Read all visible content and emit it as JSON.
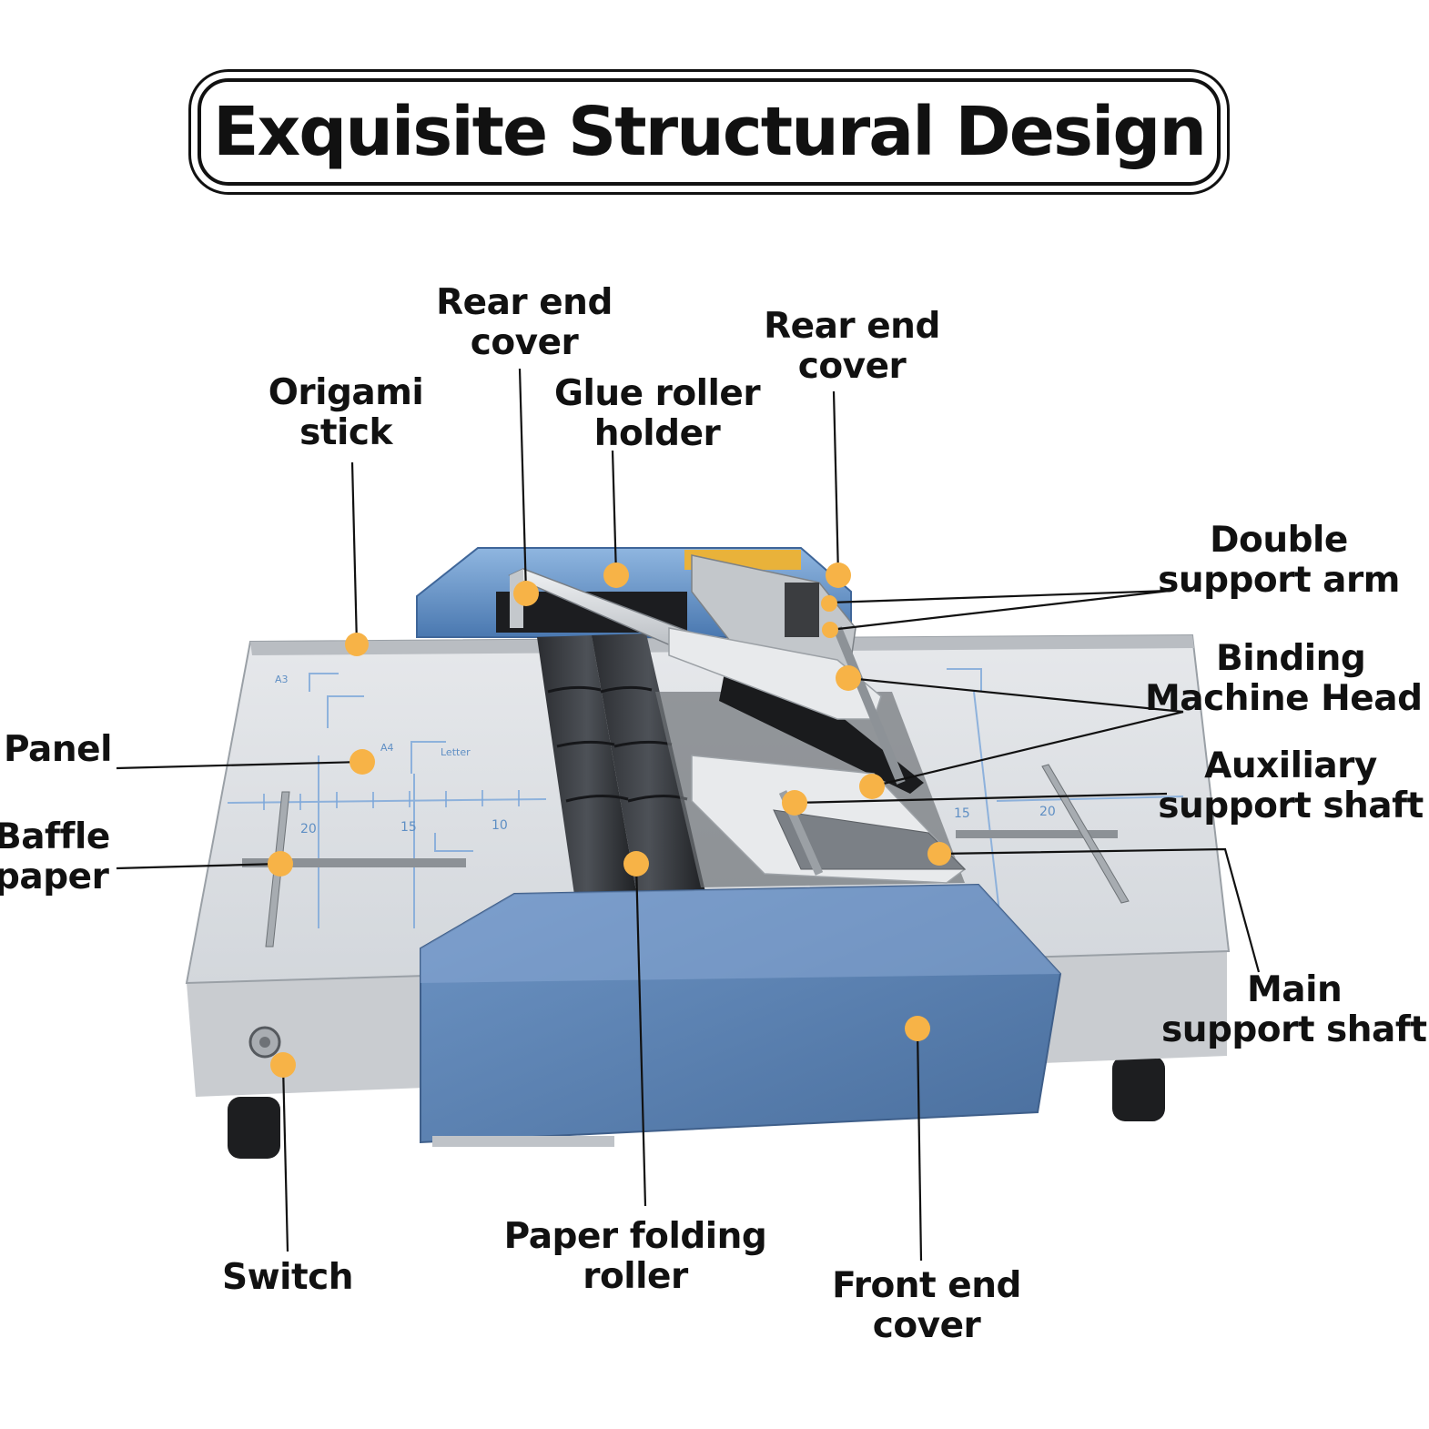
{
  "title": "Exquisite Structural Design",
  "labels": {
    "rear_end_cover_left": [
      "Rear end",
      "cover"
    ],
    "rear_end_cover_right": [
      "Rear end",
      "cover"
    ],
    "origami_stick": [
      "Origami",
      "stick"
    ],
    "glue_roller_holder": [
      "Glue roller",
      "holder"
    ],
    "double_support_arm": [
      "Double",
      "support arm"
    ],
    "binding_machine_head": [
      "Binding",
      "Machine Head"
    ],
    "panel": [
      "Panel"
    ],
    "auxiliary_support_shaft": [
      "Auxiliary",
      "support shaft"
    ],
    "baffle_paper": [
      "Baffle",
      "paper"
    ],
    "main_support_shaft": [
      "Main",
      "support shaft"
    ],
    "switch": [
      "Switch"
    ],
    "paper_folding_roller": [
      "Paper folding",
      "roller"
    ],
    "front_end_cover": [
      "Front end",
      "cover"
    ]
  },
  "machine_markings": {
    "left_scale": [
      "20",
      "15",
      "10"
    ],
    "right_scale": [
      "15",
      "20"
    ],
    "paper_sizes": [
      "A3",
      "A4",
      "Letter"
    ]
  },
  "colors": {
    "marker": "#f7b347",
    "machine_blue": "#5a8fc7",
    "panel_gray": "#dfe2e6",
    "line": "#111111"
  }
}
